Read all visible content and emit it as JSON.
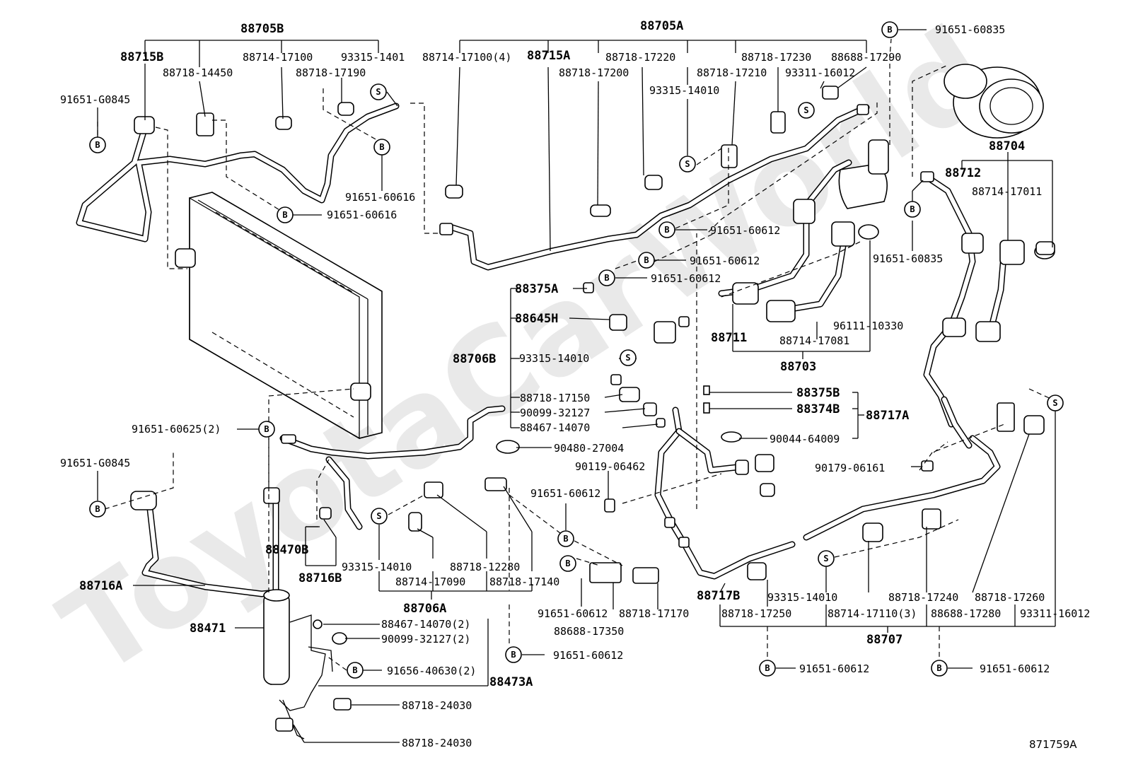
{
  "watermark": "ToyotaCarWorld",
  "figure_id": "871759A",
  "labels": {
    "l88705B": "88705B",
    "l88705A": "88705A",
    "l88715B": "88715B",
    "l88714_17100a": "88714-17100",
    "l93315_1401": "93315-1401",
    "l88714_17100_4": "88714-17100(4)",
    "l88715A": "88715A",
    "l88718_17220": "88718-17220",
    "l88718_17230": "88718-17230",
    "l88688_17290": "88688-17290",
    "l91651_60835a": "91651-60835",
    "l88718_14450": "88718-14450",
    "l88718_17190": "88718-17190",
    "l88718_17200": "88718-17200",
    "l88718_17210": "88718-17210",
    "l93311_16012a": "93311-16012",
    "l93315_14010a": "93315-14010",
    "l91651_G0845a": "91651-G0845",
    "l91651_60616a": "91651-60616",
    "l91651_60616b": "91651-60616",
    "l88704": "88704",
    "l88712": "88712",
    "l88714_17011": "88714-17011",
    "l91651_60612a": "91651-60612",
    "l91651_60612b": "91651-60612",
    "l91651_60612c": "91651-60612",
    "l91651_60835b": "91651-60835",
    "l88375A": "88375A",
    "l88645H": "88645H",
    "l88706B": "88706B",
    "l93315_14010b": "93315-14010",
    "l88711": "88711",
    "l88714_17081": "88714-17081",
    "l96111_10330": "96111-10330",
    "l88703": "88703",
    "l88718_17150": "88718-17150",
    "l90099_32127a": "90099-32127",
    "l88467_14070a": "88467-14070",
    "l88375B": "88375B",
    "l88374B": "88374B",
    "l88717A": "88717A",
    "l90044_64009": "90044-64009",
    "l91651_60625": "91651-60625(2)",
    "l90480_27004": "90480-27004",
    "l91651_G0845b": "91651-G0845",
    "l90119_06462": "90119-06462",
    "l90179_06161": "90179-06161",
    "l91651_60612d": "91651-60612",
    "l88470B": "88470B",
    "l93315_14010c": "93315-14010",
    "l88718_12280": "88718-12280",
    "l88716B": "88716B",
    "l88714_17090": "88714-17090",
    "l88718_17140": "88718-17140",
    "l88716A": "88716A",
    "l88706A": "88706A",
    "l91651_60612e": "91651-60612",
    "l88718_17170": "88718-17170",
    "l88688_17350": "88688-17350",
    "l88717B": "88717B",
    "l93315_14010d": "93315-14010",
    "l88718_17240": "88718-17240",
    "l88718_17260": "88718-17260",
    "l88718_17250": "88718-17250",
    "l88714_17110_3": "88714-17110(3)",
    "l88688_17280": "88688-17280",
    "l93311_16012b": "93311-16012",
    "l88707": "88707",
    "l88471": "88471",
    "l88467_14070_2": "88467-14070(2)",
    "l90099_32127_2": "90099-32127(2)",
    "l91656_40630_2": "91656-40630(2)",
    "l88473A": "88473A",
    "l88718_24030a": "88718-24030",
    "l88718_24030b": "88718-24030",
    "l91651_60612f": "91651-60612",
    "l91651_60612g": "91651-60612",
    "l91651_60612h": "91651-60612"
  },
  "markers": {
    "bolt": "B",
    "screw": "S"
  }
}
